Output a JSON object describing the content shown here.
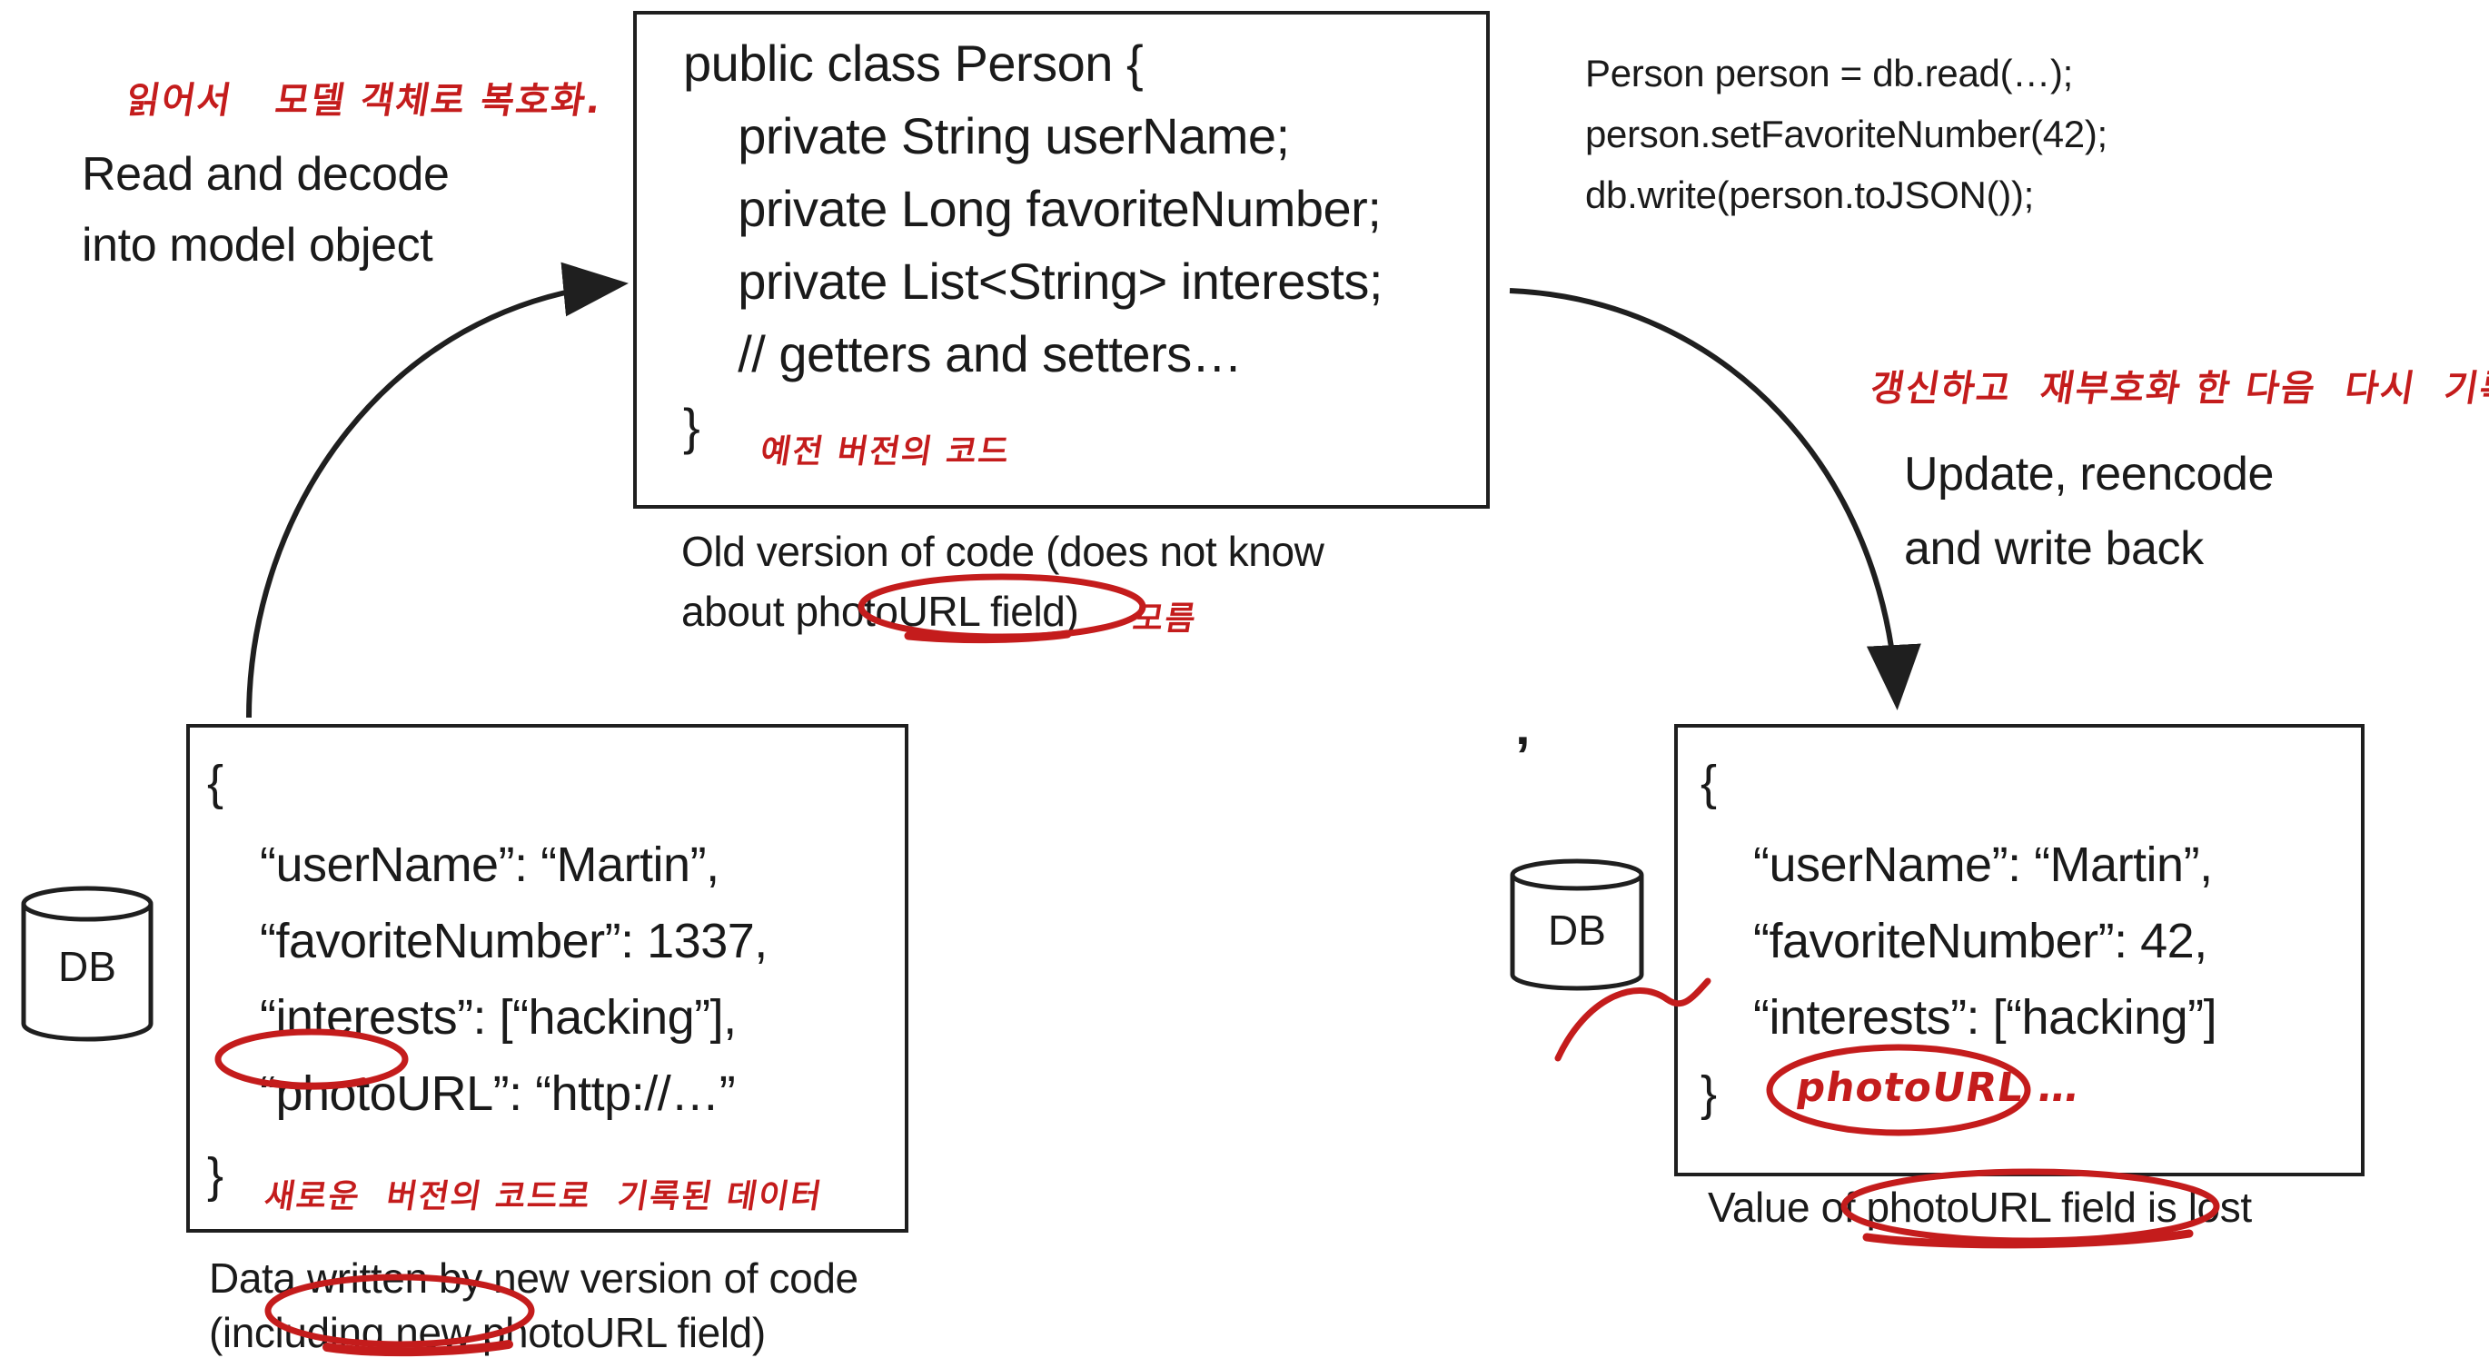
{
  "diagram": {
    "title_semantic": "schema-evolution-data-loss-diagram",
    "accent_red": "#c41c1c",
    "ink_black": "#1f1f1f"
  },
  "left_flow": {
    "annotation_korean": "읽어서   모델 객체로 복호화.",
    "label_line1": "Read and decode",
    "label_line2": "into model object"
  },
  "code_box": {
    "lines": [
      "public class Person {",
      "    private String userName;",
      "    private Long favoriteNumber;",
      "    private List<String> interests;",
      "    // getters and setters…",
      "}"
    ],
    "annotation_korean": "예전 버전의 코드",
    "caption_line1": "Old version of code (does not know",
    "caption_line2": "about photoURL field)",
    "caption_annotation_korean": "모름"
  },
  "right_snippet": {
    "lines": [
      "Person person = db.read(…);",
      "person.setFavoriteNumber(42);",
      "db.write(person.toJSON());"
    ]
  },
  "right_flow": {
    "annotation_korean": "갱신하고  재부호화 한 다음  다시  기록",
    "label_line1": "Update, reencode",
    "label_line2": "and write back"
  },
  "left_db": {
    "db_label": "DB",
    "json_lines": [
      "{",
      "    “userName”: “Martin”,",
      "    “favoriteNumber”: 1337,",
      "    “interests”: [“hacking”],",
      "    “photoURL”: “http://…”",
      "}"
    ],
    "annotation_korean": "새로운  버전의 코드로  기록된 데이터",
    "caption_line1": "Data written by new version of code",
    "caption_line2": "(including new photoURL field)"
  },
  "right_db": {
    "db_label": "DB",
    "json_lines": [
      "{",
      "    “userName”: “Martin”,",
      "    “favoriteNumber”: 42,",
      "    “interests”: [“hacking”]",
      "}"
    ],
    "annotation_handwritten": "photoURL …",
    "caption": "Value of photoURL field is lost",
    "stray_mark": "’"
  }
}
